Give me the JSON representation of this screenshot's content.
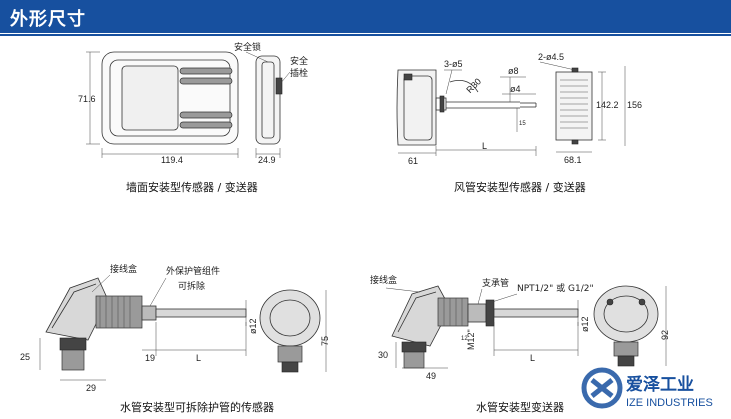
{
  "header": {
    "title": "外形尺寸",
    "bg_color": "#17509f"
  },
  "figures": {
    "wall": {
      "caption": "墙面安装型传感器 / 变送器",
      "safety_lock": "安全锁",
      "safety_pin": [
        "安全",
        "插栓"
      ],
      "height": "71.6",
      "width": "119.4",
      "depth": "24.9"
    },
    "duct": {
      "caption": "风管安装型传感器 / 变送器",
      "holes": "3-ø5",
      "radius": "R30",
      "d8": "ø8",
      "d4": "ø4",
      "mount_holes": "2-ø4.5",
      "h1": "142.2",
      "h2": "156",
      "left": "61",
      "length": "L",
      "w": "68.1",
      "small": "15"
    },
    "water_removable": {
      "caption": "水管安装型可拆除护管的传感器",
      "junction_box": "接线盒",
      "protect_tube": "外保护管组件",
      "removable": "可拆除",
      "d12": "ø12",
      "h75": "75",
      "d25": "25",
      "d19": "19",
      "d29": "29",
      "length": "L"
    },
    "water_transmitter": {
      "caption": "水管安装型变送器",
      "junction_box": "接线盒",
      "support_tube": "支承管",
      "thread": "NPT1/2\" 或 G1/2\"",
      "m12": "M12\"",
      "d12": "ø12",
      "h92": "92",
      "d30": "30",
      "d49": "49",
      "length": "L",
      "small": "12"
    }
  },
  "brand": {
    "name_cn": "爱泽工业",
    "name_en": "IZE INDUSTRIES",
    "color": "#17509f"
  }
}
